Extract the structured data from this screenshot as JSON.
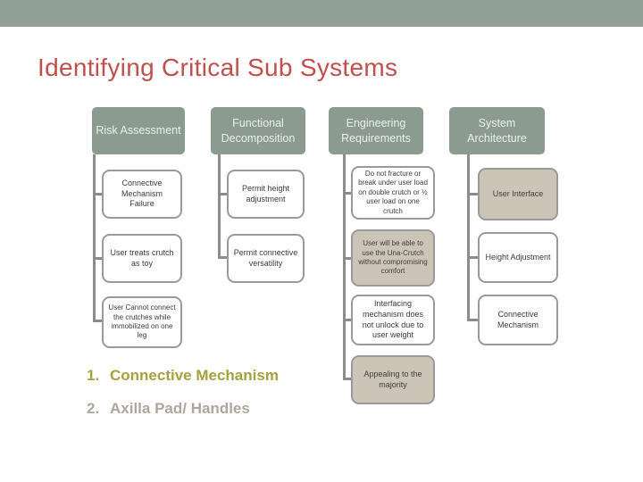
{
  "slide": {
    "title": "Identifying Critical Sub Systems",
    "colors": {
      "top_band": "#90A097",
      "title_text": "#C0504D",
      "header_fill": "#8B9B90",
      "header_text": "#ECF0EC",
      "box_border": "#9A9A9A",
      "box_text": "#3D3D3D",
      "tan_box_fill": "#CDC4B8",
      "connector": "#8C8C8C",
      "list_item_1": "#A5A13E",
      "list_item_2": "#AFA69B"
    }
  },
  "diagram": {
    "columns": [
      {
        "header": "Risk Assessment",
        "children": [
          {
            "text": "Connective Mechanism Failure",
            "variant": "white"
          },
          {
            "text": "User treats crutch as toy",
            "variant": "white"
          },
          {
            "text": "User Cannot connect the crutches while immobilized on one leg",
            "variant": "white"
          }
        ]
      },
      {
        "header": "Functional Decomposition",
        "children": [
          {
            "text": "Permit height adjustment",
            "variant": "white"
          },
          {
            "text": "Permit connective versatility",
            "variant": "white"
          }
        ]
      },
      {
        "header": "Engineering Requirements",
        "children": [
          {
            "text": "Do not fracture or break under user load on double crutch or ½ user load on one crutch",
            "variant": "white"
          },
          {
            "text": "User will be able to use the Una-Crutch without compromising comfort",
            "variant": "tan"
          },
          {
            "text": "Interfacing mechanism does not unlock due to user weight",
            "variant": "white"
          },
          {
            "text": "Appealing to the majority",
            "variant": "tan"
          }
        ]
      },
      {
        "header": "System Architecture",
        "children": [
          {
            "text": "User Interface",
            "variant": "tan"
          },
          {
            "text": "Height Adjustment",
            "variant": "white"
          },
          {
            "text": "Connective Mechanism",
            "variant": "white"
          }
        ]
      }
    ]
  },
  "list": {
    "items": [
      {
        "number": "1.",
        "text": "Connective Mechanism"
      },
      {
        "number": "2.",
        "text": "Axilla Pad/ Handles"
      }
    ]
  }
}
